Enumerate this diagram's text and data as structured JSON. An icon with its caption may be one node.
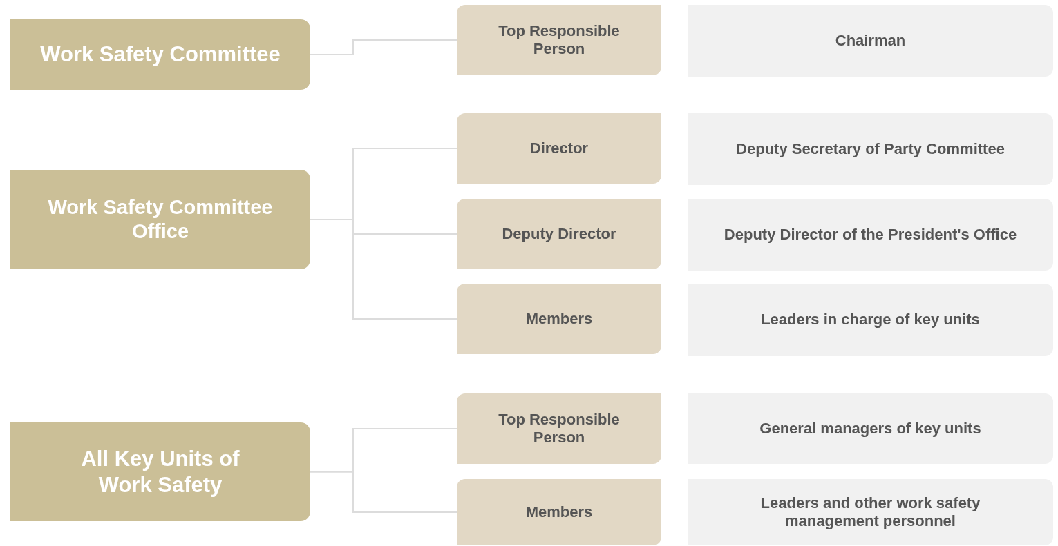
{
  "diagram": {
    "nodes": [
      {
        "text": [
          "Work Safety Committee"
        ]
      },
      {
        "text": [
          "Top Responsible Person"
        ]
      },
      {
        "text": [
          "Chairman"
        ]
      },
      {
        "text": [
          "Work Safety Committee Office"
        ]
      },
      {
        "text": [
          "Director"
        ]
      },
      {
        "text": [
          "Deputy Secretary of Party Committee"
        ]
      },
      {
        "text": [
          "Deputy Director"
        ]
      },
      {
        "text": [
          "Deputy Director of the President's Office"
        ]
      },
      {
        "text": [
          "Members"
        ]
      },
      {
        "text": [
          "Leaders in charge of key units"
        ]
      },
      {
        "text": [
          "All Key Units of Work Safety"
        ]
      },
      {
        "text": [
          "Top Responsible Person"
        ]
      },
      {
        "text": [
          "General managers of key units"
        ]
      },
      {
        "text": [
          "Members"
        ]
      },
      {
        "text": [
          "Leaders and other work safety management personnel"
        ]
      }
    ],
    "edges": [
      {
        "from": 0,
        "to": 1,
        "arrow": "none"
      },
      {
        "from": 3,
        "to": 4,
        "arrow": "none"
      },
      {
        "from": 3,
        "to": 6,
        "arrow": "none"
      },
      {
        "from": 3,
        "to": 8,
        "arrow": "none"
      },
      {
        "from": 10,
        "to": 11,
        "arrow": "none"
      },
      {
        "from": 10,
        "to": 13,
        "arrow": "none"
      }
    ]
  }
}
